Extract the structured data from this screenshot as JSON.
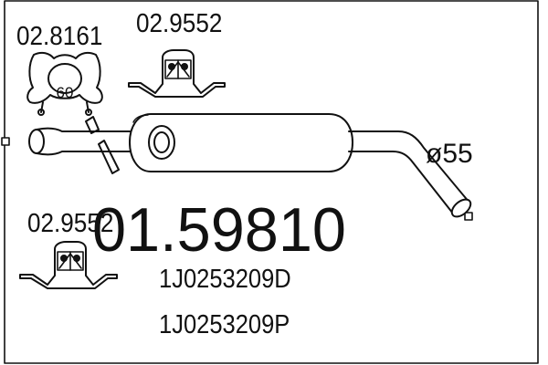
{
  "colors": {
    "line": "#111111",
    "background": "#ffffff"
  },
  "diagram": {
    "part_number": "01.59810",
    "oe_numbers": [
      "1J0253209D",
      "1J0253209P"
    ],
    "pipe_diameter": "ø55",
    "components": {
      "clamp": {
        "code": "02.8161",
        "size_label": "60",
        "icon": "clamp-icon"
      },
      "bracket_top": {
        "code": "02.9552",
        "icon": "rubber-mount-icon"
      },
      "bracket_left": {
        "code": "02.9552",
        "icon": "rubber-mount-icon"
      },
      "muffler": {
        "icon": "silencer-icon"
      }
    }
  }
}
